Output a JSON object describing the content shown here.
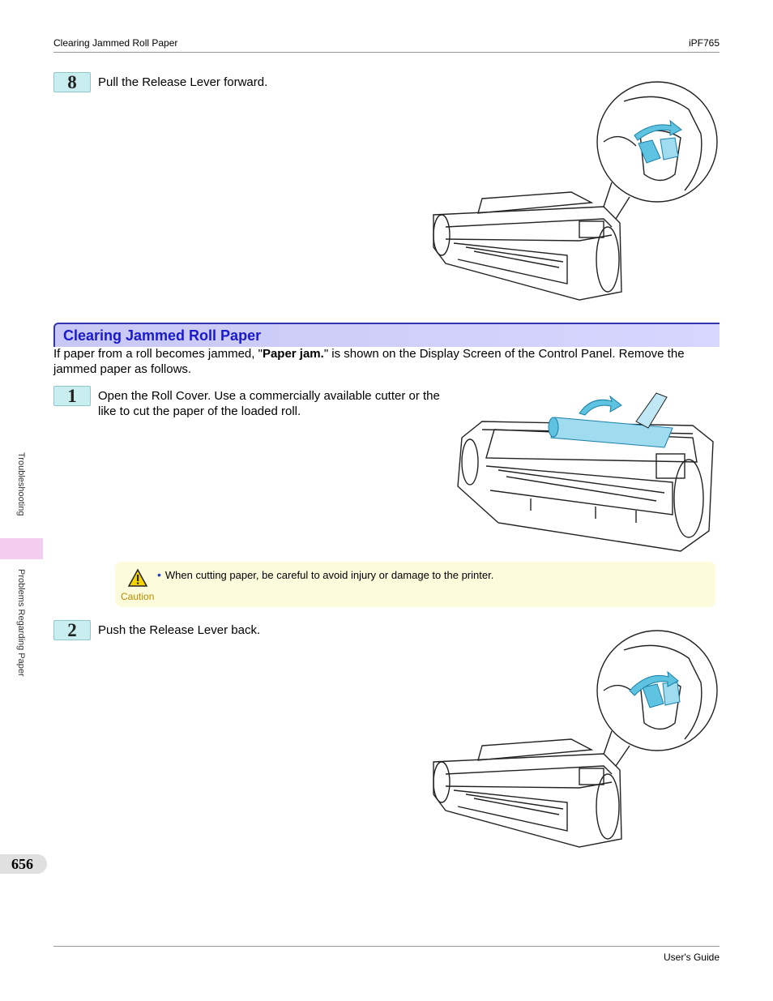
{
  "header": {
    "left": "Clearing Jammed Roll Paper",
    "right": "iPF765"
  },
  "footer": {
    "right": "User's Guide"
  },
  "page_number": "656",
  "side_tabs": {
    "upper": "Troubleshooting",
    "lower": "Problems Regarding Paper"
  },
  "steps": [
    {
      "number": "8",
      "text": "Pull the Release Lever forward."
    },
    {
      "number": "1",
      "text": "Open the Roll Cover. Use a commercially available cutter or the like to cut the paper of the loaded roll."
    },
    {
      "number": "2",
      "text": "Push the Release Lever back."
    }
  ],
  "section": {
    "title": "Clearing Jammed Roll Paper",
    "intro_before": "If paper from a roll becomes jammed, \"",
    "intro_bold": "Paper jam.",
    "intro_after": "\" is shown on the Display Screen of the Control Panel. Remove the jammed paper as follows."
  },
  "caution": {
    "label": "Caution",
    "text": "When cutting paper, be careful to avoid injury or damage to the printer.",
    "icon": "warning-triangle-icon"
  },
  "colors": {
    "accent": "#1a1acc",
    "step_badge": "#c9eef0",
    "caution_bg": "#fcfbdc",
    "illustration_blue": "#5ec3e0"
  }
}
